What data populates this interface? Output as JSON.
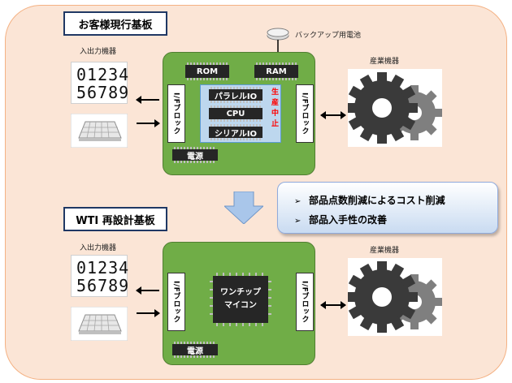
{
  "current_board": {
    "title": "お客様現行基板",
    "io_label": "入出力機器",
    "industrial_label": "産業機器",
    "battery_label": "バックアップ用電池",
    "rom": "ROM",
    "ram": "RAM",
    "parallel_io": "パラレルIO",
    "cpu": "CPU",
    "serial_io": "シリアルIO",
    "discontinued": "生産中止",
    "if_block": "I/Fブロック",
    "power": "電源"
  },
  "redesign_board": {
    "title": "WTI 再設計基板",
    "io_label": "入出力機器",
    "industrial_label": "産業機器",
    "mcu_line1": "ワンチップ",
    "mcu_line2": "マイコン",
    "if_block": "I/Fブロック",
    "power": "電源"
  },
  "display_digits": [
    "01234",
    "56789"
  ],
  "benefits": [
    {
      "marker": "➢",
      "text": "部品点数削減によるコスト削減"
    },
    {
      "marker": "➢",
      "text": "部品入手性の改善"
    }
  ],
  "colors": {
    "background": "#fbe5d6",
    "board": "#70ad47",
    "accent_blue": "#bdd7ee",
    "stop_red": "#ff0000"
  }
}
